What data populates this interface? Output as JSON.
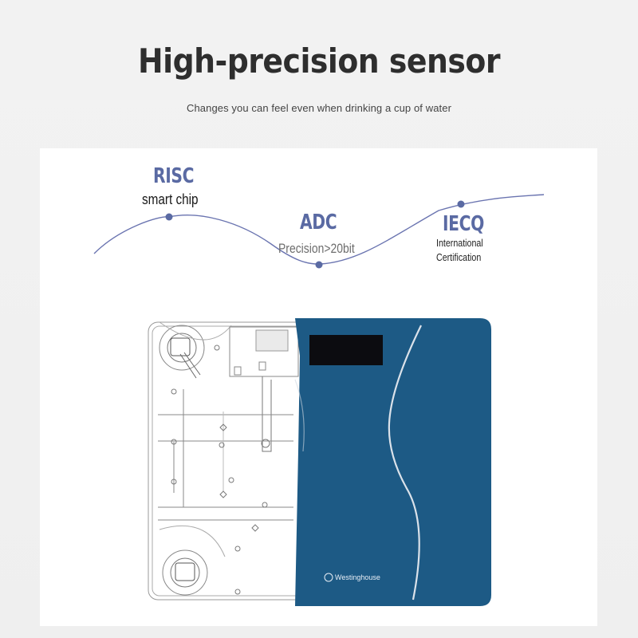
{
  "header": {
    "title": "High-precision sensor",
    "subtitle": "Changes you can feel even when drinking a cup of water"
  },
  "features": {
    "risc": {
      "big": "RISC",
      "small": "smart chip"
    },
    "adc": {
      "big": "ADC",
      "desc": "Precision>20bit"
    },
    "iecq": {
      "big": "IECQ",
      "line1": "International",
      "line2": "Certification"
    }
  },
  "scale": {
    "brand": "Westinghouse"
  },
  "colors": {
    "accent": "#5a6aa3",
    "scale_blue": "#1b5a86",
    "background": "#f0f0f0"
  }
}
